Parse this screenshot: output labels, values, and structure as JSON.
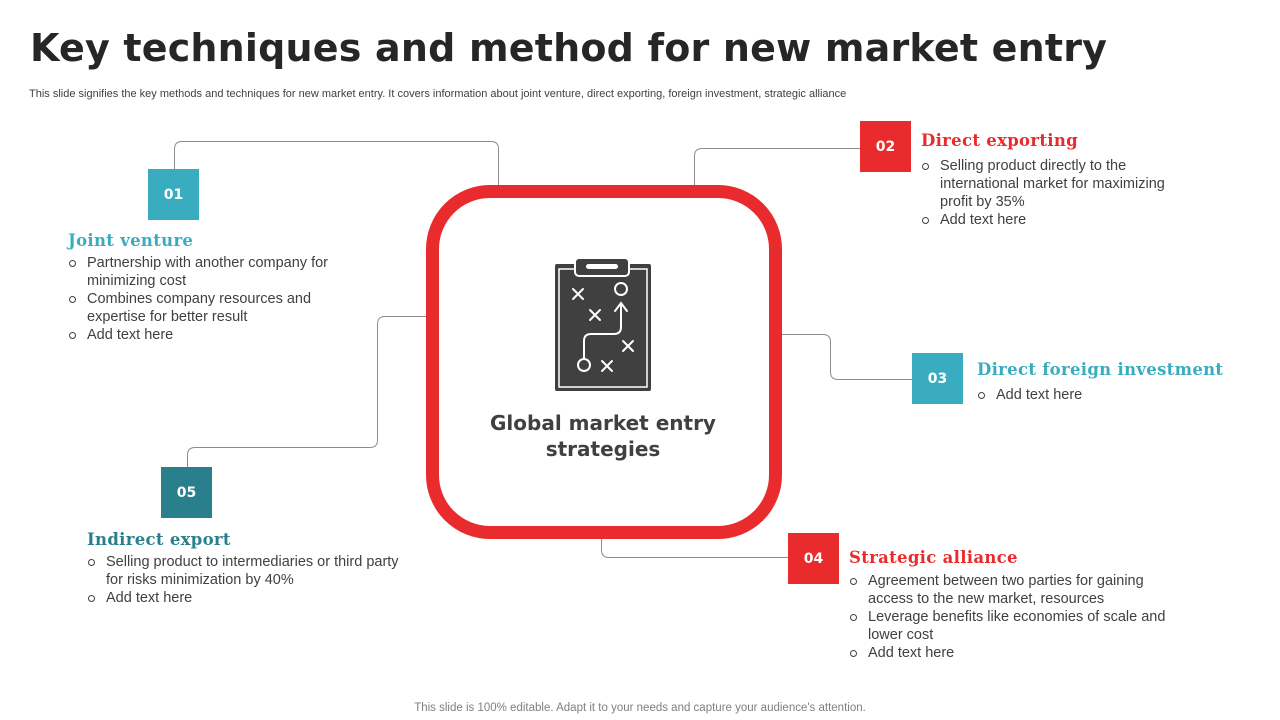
{
  "title": "Key techniques and method for new market entry",
  "subtitle": "This slide signifies the key methods and techniques for new market entry. It covers information about joint venture, direct exporting, foreign investment, strategic alliance",
  "center": {
    "label": "Global market entry strategies",
    "icon": "clipboard-strategy-icon"
  },
  "colors": {
    "red": "#ea2b2d",
    "teal": "#3aacbf",
    "dark_teal": "#2a7f8d",
    "text": "#404040"
  },
  "items": [
    {
      "number": "01",
      "heading": "Joint venture",
      "color": "#3aacbf",
      "bullets": [
        "Partnership with another company for minimizing cost",
        "Combines company resources and expertise for better result",
        "Add text here"
      ]
    },
    {
      "number": "02",
      "heading": "Direct exporting",
      "color": "#ea2b2d",
      "bullets": [
        "Selling product directly to the international market for maximizing profit by 35%",
        "Add text here"
      ]
    },
    {
      "number": "03",
      "heading": "Direct foreign investment",
      "color": "#3aacbf",
      "bullets": [
        "Add text here"
      ]
    },
    {
      "number": "04",
      "heading": "Strategic alliance",
      "color": "#ea2b2d",
      "bullets": [
        "Agreement between two parties for gaining access to the new market, resources",
        "Leverage benefits like economies of scale and lower cost",
        "Add text here"
      ]
    },
    {
      "number": "05",
      "heading": "Indirect export",
      "color": "#2a7f8d",
      "bullets": [
        "Selling product to intermediaries  or third party for risks minimization by 40%",
        "Add text here"
      ]
    }
  ],
  "footer": "This slide is 100% editable. Adapt it to your needs and capture your audience's attention."
}
